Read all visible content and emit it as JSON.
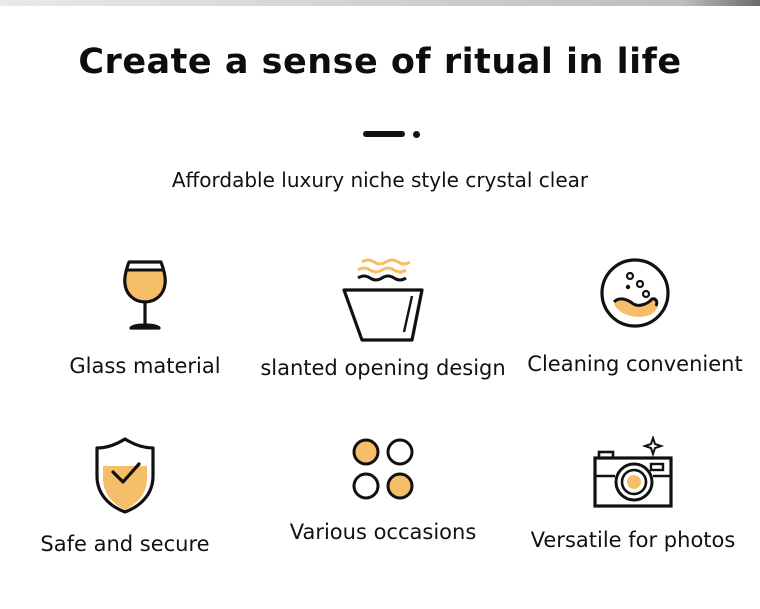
{
  "header": {
    "title": "Create a sense of ritual in life",
    "subtitle": "Affordable luxury niche style crystal clear"
  },
  "colors": {
    "accent": "#F7BE6A",
    "line": "#111111"
  },
  "features": [
    {
      "icon": "wine-glass-icon",
      "label": "Glass material"
    },
    {
      "icon": "slanted-cup-icon",
      "label": "slanted opening design"
    },
    {
      "icon": "bubbles-circle-icon",
      "label": "Cleaning convenient"
    },
    {
      "icon": "shield-check-icon",
      "label": "Safe and secure"
    },
    {
      "icon": "four-circles-icon",
      "label": "Various occasions"
    },
    {
      "icon": "camera-icon",
      "label": "Versatile for photos"
    }
  ]
}
